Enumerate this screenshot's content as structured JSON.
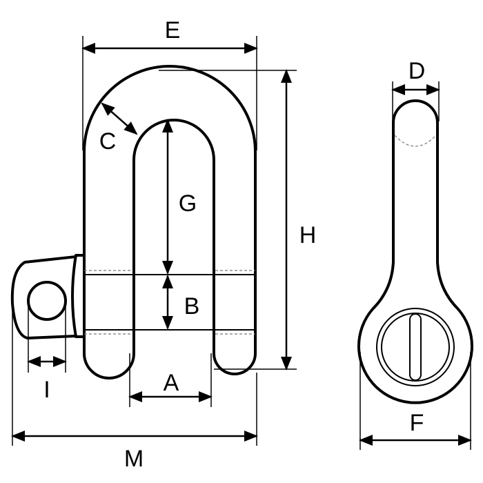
{
  "dimensions": {
    "A": "A",
    "B": "B",
    "C": "C",
    "D": "D",
    "E": "E",
    "F": "F",
    "G": "G",
    "H": "H",
    "I": "I",
    "M": "M"
  },
  "colors": {
    "line": "#000000",
    "fill": "#ffffff",
    "hidden": "#777777"
  }
}
